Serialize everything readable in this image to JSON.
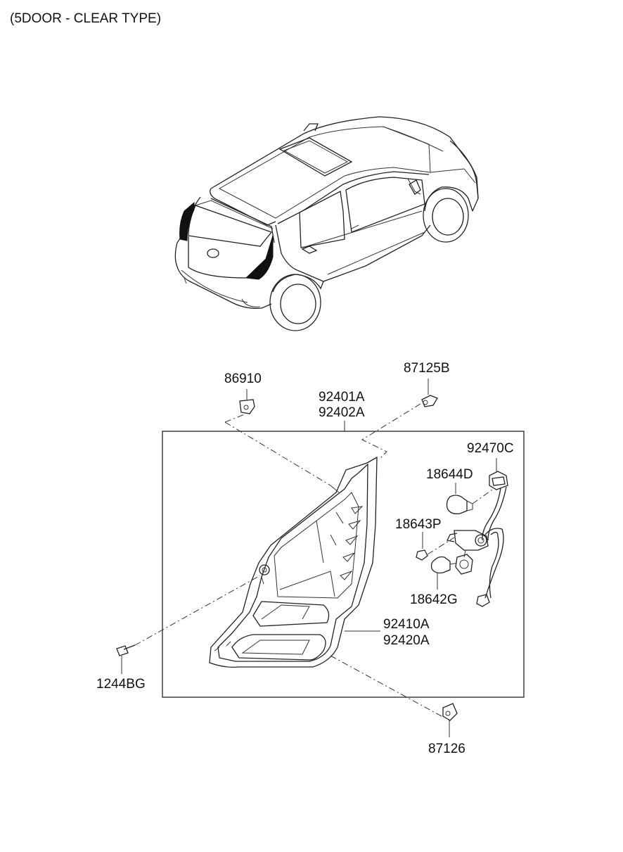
{
  "header": {
    "title": "(5DOOR - CLEAR TYPE)"
  },
  "parts": {
    "p86910": "86910",
    "p87125B": "87125B",
    "p92401A": "92401A",
    "p92402A": "92402A",
    "p92470C": "92470C",
    "p18644D": "18644D",
    "p18643P": "18643P",
    "p18642G": "18642G",
    "p92410A": "92410A",
    "p92420A": "92420A",
    "p1244BG": "1244BG",
    "p87126": "87126"
  }
}
